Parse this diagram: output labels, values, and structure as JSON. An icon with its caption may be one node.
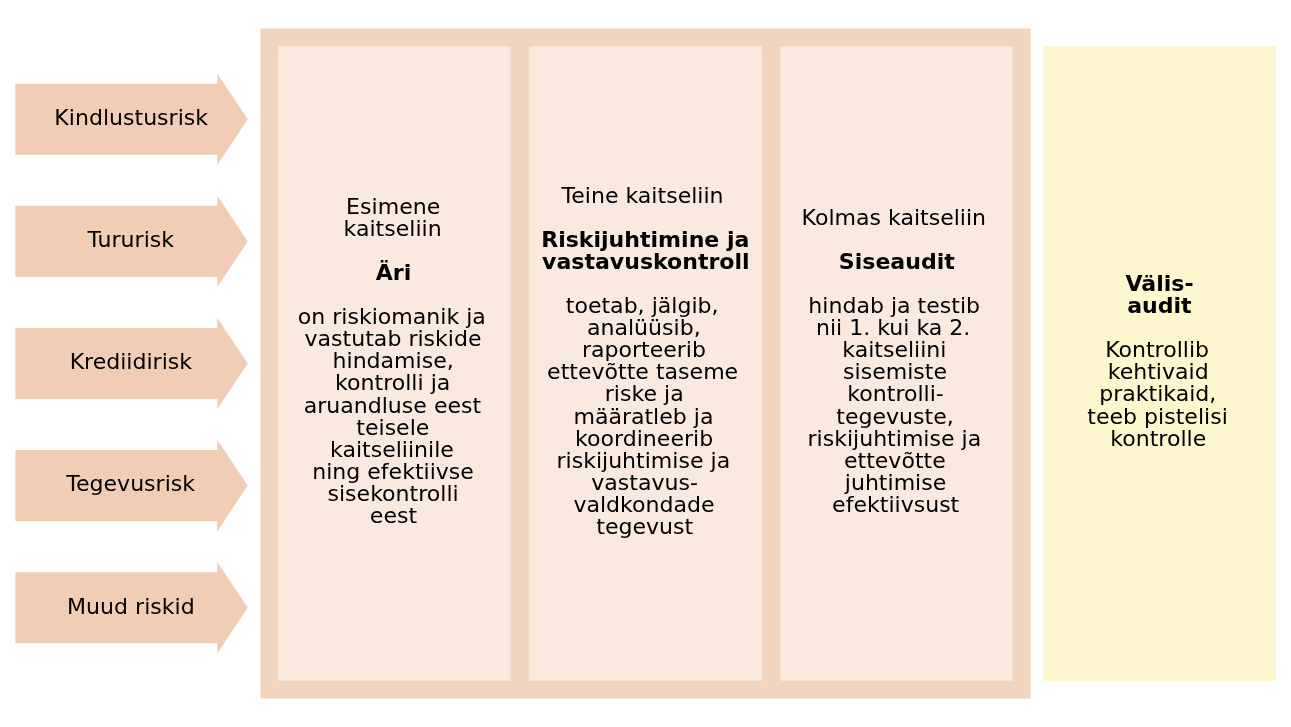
{
  "diagram": {
    "nodes": [
      {
        "text": [
          "Kindlustusrisk"
        ]
      },
      {
        "text": [
          "Tururisk"
        ]
      },
      {
        "text": [
          "Krediidirisk"
        ]
      },
      {
        "text": [
          "Tegevusrisk"
        ]
      },
      {
        "text": [
          "Muud riskid"
        ]
      },
      {
        "text": [],
        "shape": "box"
      },
      {
        "text": [
          "Esimene kaitseliin",
          "Äri",
          "on riskiomanik ja vastutab riskide hindamise, kontrolli ja aruandluse eest teisele kaitseliinile ning efektiivse sisekontrolli eest"
        ],
        "in": 5
      },
      {
        "text": [
          "Teine kaitseliin",
          "Riskijuhtimine ja vastavuskontroll",
          "toetab, jälgib, analüüsib, raporteerib ettevõtte taseme riske ja määratleb ja koordineerib riskijuhtimise ja vastavus- valdkondade tegevust"
        ],
        "in": 5
      },
      {
        "text": [
          "Kolmas kaitseliin",
          "Siseaudit",
          "hindab ja testib nii 1. kui ka 2. kaitseliini sisemiste kontrolli- tegevuste, riskijuhtimise ja ettevõtte juhtimise efektiivsust"
        ],
        "in": 5
      },
      {
        "text": [
          "Välis- audit",
          "Kontrollib kehtivaid praktikaid, teeb pistelisi kontrolle"
        ]
      }
    ],
    "edges": []
  }
}
